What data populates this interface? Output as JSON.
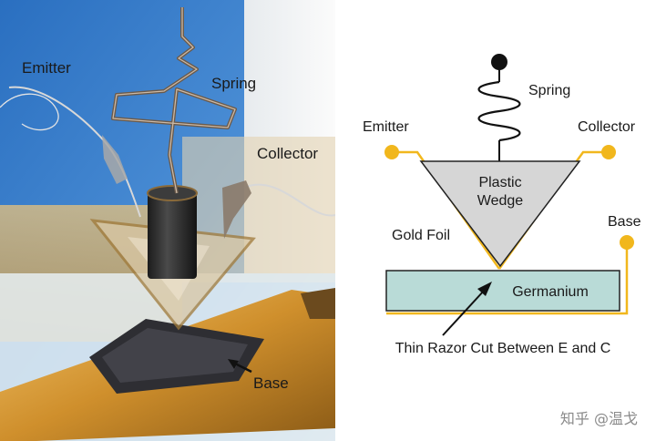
{
  "photo": {
    "labels": {
      "emitter": "Emitter",
      "spring": "Spring",
      "collector": "Collector",
      "base": "Base"
    }
  },
  "schematic": {
    "labels": {
      "spring": "Spring",
      "emitter": "Emitter",
      "collector": "Collector",
      "wedge_line1": "Plastic",
      "wedge_line2": "Wedge",
      "gold_foil": "Gold Foil",
      "base": "Base",
      "germanium": "Germanium",
      "razor_cut": "Thin Razor Cut Between E and C"
    },
    "colors": {
      "gold": "#f1b71d",
      "wedge_fill": "#d6d6d6",
      "germanium_fill": "#b9dbd7",
      "ink": "#1a1a1a"
    }
  },
  "watermark": "知乎 @温戈"
}
